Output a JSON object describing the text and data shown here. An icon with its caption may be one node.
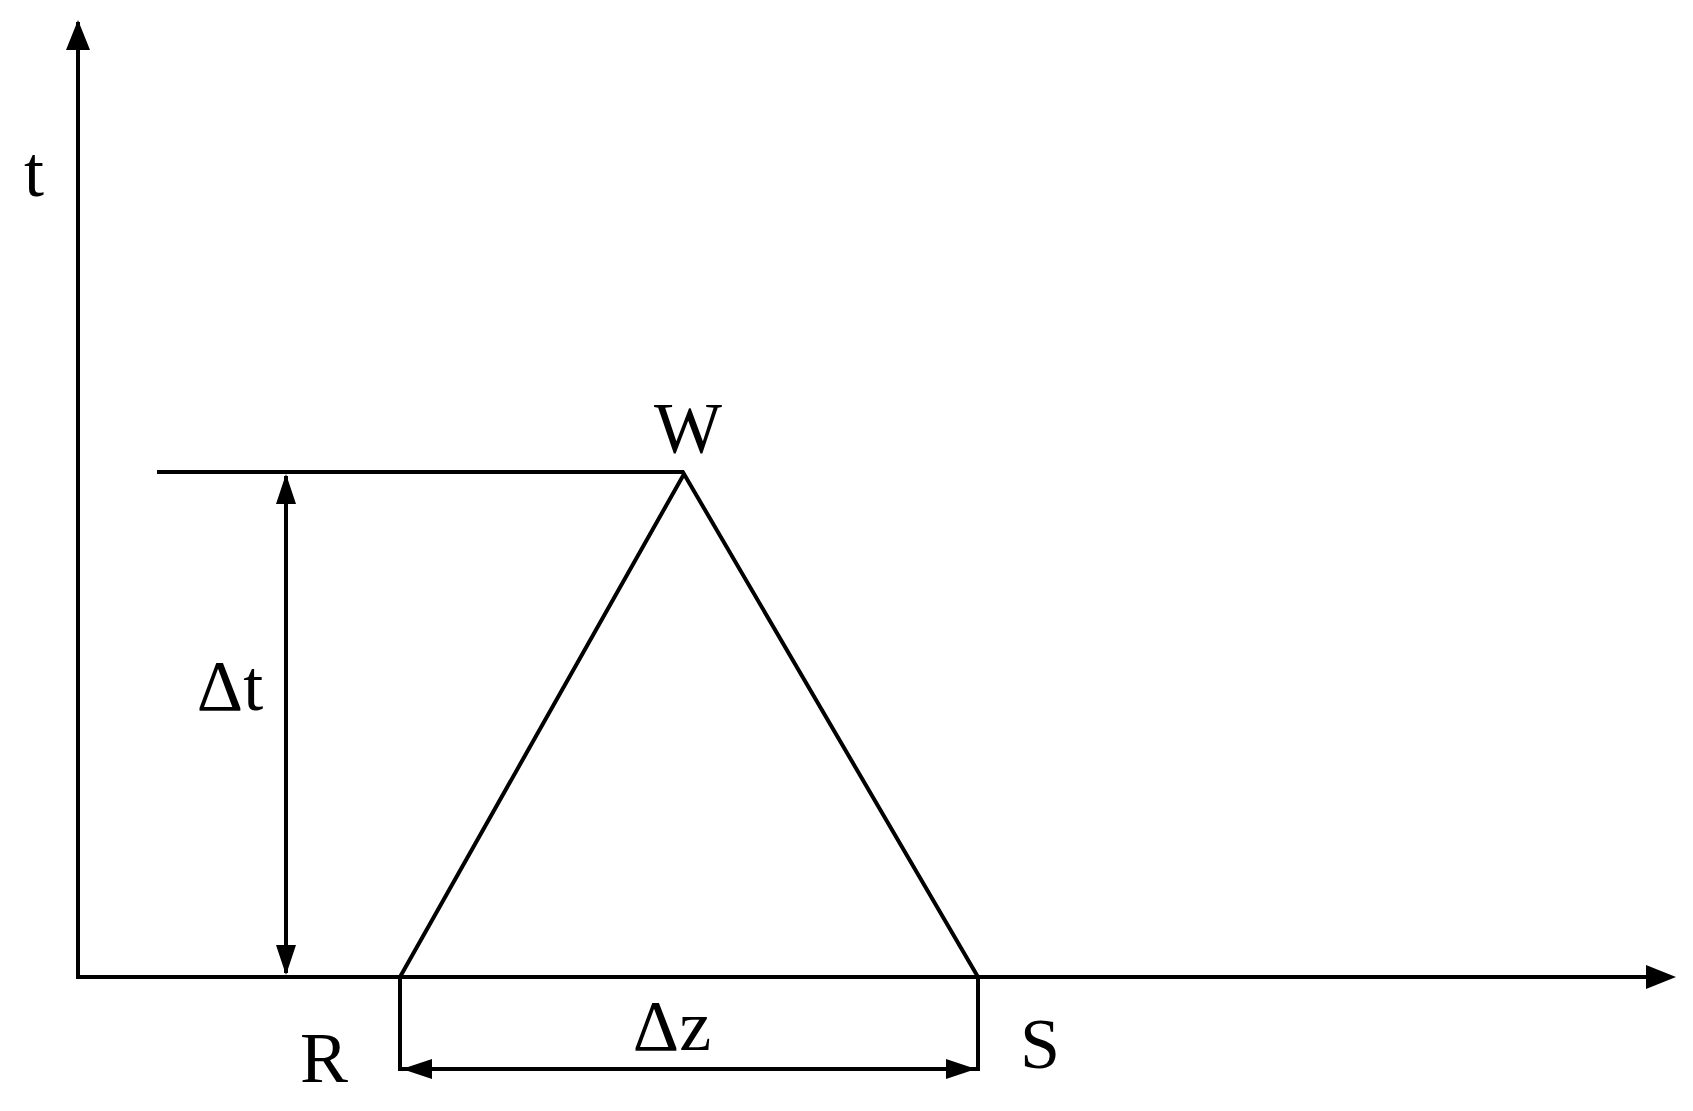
{
  "diagram": {
    "labels": [
      "t",
      "W",
      "Δt",
      "R",
      "Δz",
      "S"
    ]
  }
}
